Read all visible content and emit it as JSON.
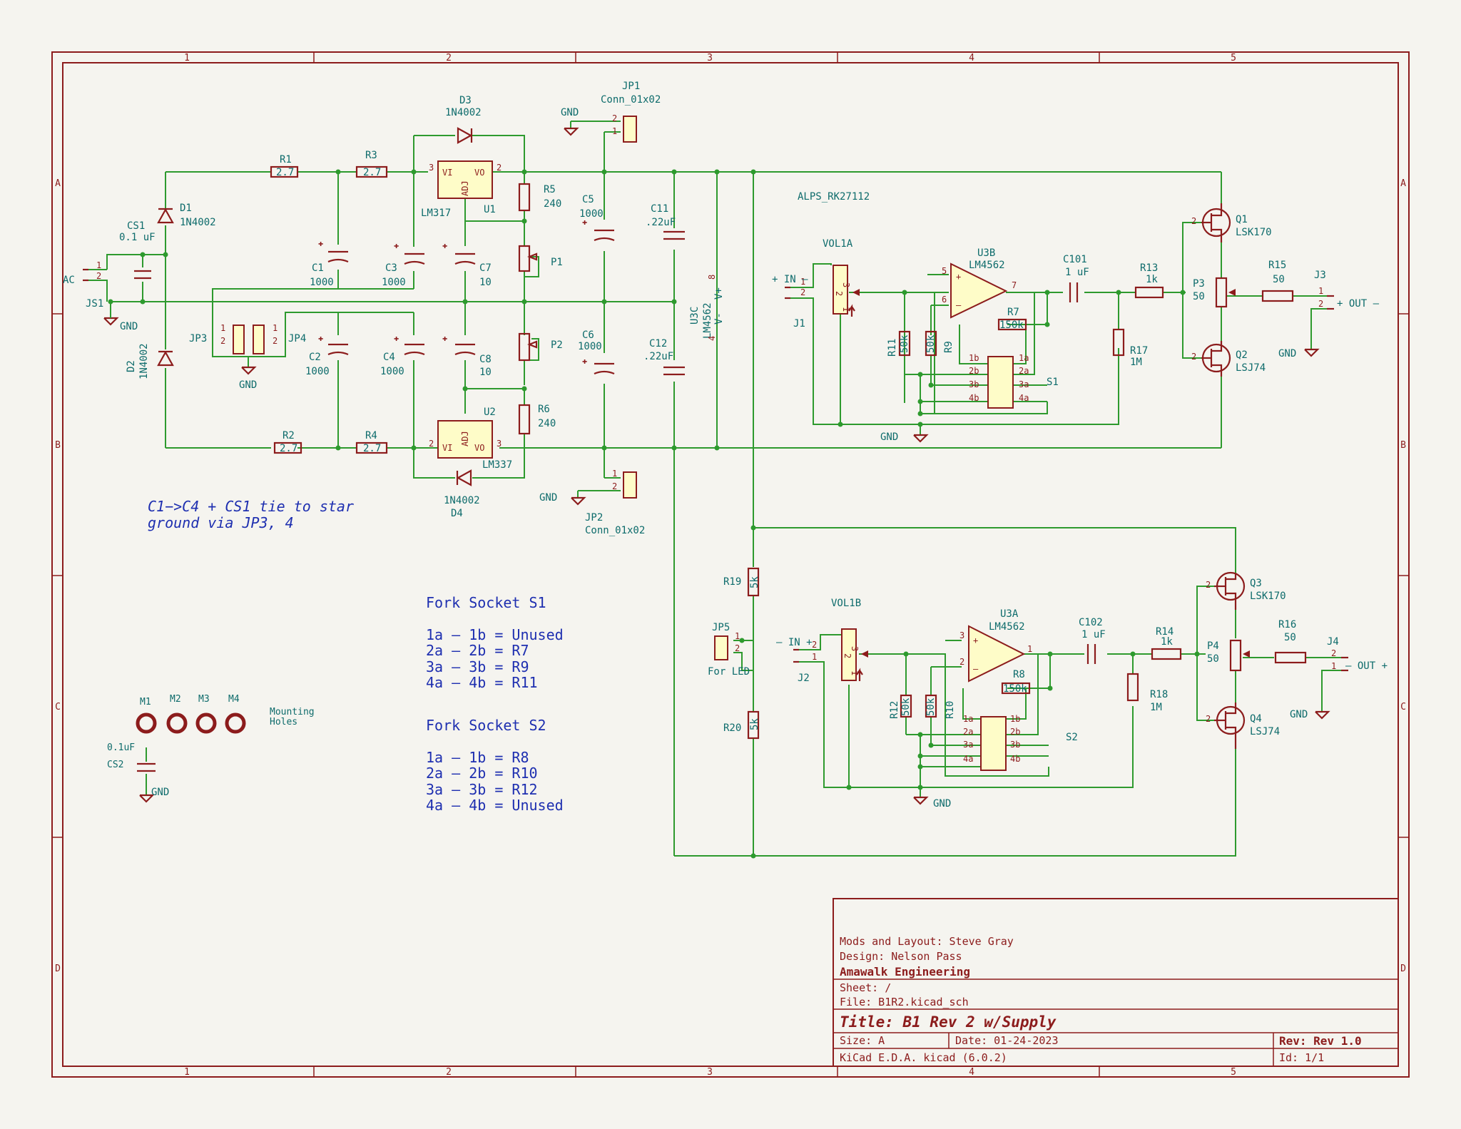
{
  "components": {
    "R1": {
      "ref": "R1",
      "value": "2.7"
    },
    "R2": {
      "ref": "R2",
      "value": "2.7"
    },
    "R3": {
      "ref": "R3",
      "value": "2.7"
    },
    "R4": {
      "ref": "R4",
      "value": "2.7"
    },
    "R5": {
      "ref": "R5",
      "value": "240"
    },
    "R6": {
      "ref": "R6",
      "value": "240"
    },
    "R7": {
      "ref": "R7",
      "value": "150k"
    },
    "R8": {
      "ref": "R8",
      "value": "150k"
    },
    "R9": {
      "ref": "R9",
      "value": "50k"
    },
    "R10": {
      "ref": "R10",
      "value": "50k"
    },
    "R11": {
      "ref": "R11",
      "value": "50k"
    },
    "R12": {
      "ref": "R12",
      "value": "50k"
    },
    "R13": {
      "ref": "R13",
      "value": "1k"
    },
    "R14": {
      "ref": "R14",
      "value": "1k"
    },
    "R15": {
      "ref": "R15",
      "value": "50"
    },
    "R16": {
      "ref": "R16",
      "value": "50"
    },
    "R17": {
      "ref": "R17",
      "value": "1M"
    },
    "R18": {
      "ref": "R18",
      "value": "1M"
    },
    "R19": {
      "ref": "R19",
      "value": "5k"
    },
    "R20": {
      "ref": "R20",
      "value": "5k"
    },
    "C1": {
      "ref": "C1",
      "value": "1000"
    },
    "C2": {
      "ref": "C2",
      "value": "1000"
    },
    "C3": {
      "ref": "C3",
      "value": "1000"
    },
    "C4": {
      "ref": "C4",
      "value": "1000"
    },
    "C5": {
      "ref": "C5",
      "value": "1000"
    },
    "C6": {
      "ref": "C6",
      "value": "1000"
    },
    "C7": {
      "ref": "C7",
      "value": "10"
    },
    "C8": {
      "ref": "C8",
      "value": "10"
    },
    "C11": {
      "ref": "C11",
      "value": ".22uF"
    },
    "C12": {
      "ref": "C12",
      "value": ".22uF"
    },
    "C101": {
      "ref": "C101",
      "value": "1 uF"
    },
    "C102": {
      "ref": "C102",
      "value": "1 uF"
    },
    "CS1": {
      "ref": "CS1",
      "value": "0.1 uF"
    },
    "CS2": {
      "ref": "CS2",
      "value": "0.1uF"
    },
    "D1": {
      "ref": "D1",
      "value": "1N4002"
    },
    "D2": {
      "ref": "D2",
      "value": "1N4002"
    },
    "D3": {
      "ref": "D3",
      "value": "1N4002"
    },
    "D4": {
      "ref": "D4",
      "value": "1N4002"
    },
    "U1": {
      "ref": "U1",
      "value": "LM317"
    },
    "U2": {
      "ref": "U2",
      "value": "LM337"
    },
    "U3A": {
      "ref": "U3A",
      "value": "LM4562"
    },
    "U3B": {
      "ref": "U3B",
      "value": "LM4562"
    },
    "U3C": {
      "ref": "U3C",
      "value": "LM4562"
    },
    "Q1": {
      "ref": "Q1",
      "value": "LSK170"
    },
    "Q2": {
      "ref": "Q2",
      "value": "LSJ74"
    },
    "Q3": {
      "ref": "Q3",
      "value": "LSK170"
    },
    "Q4": {
      "ref": "Q4",
      "value": "LSJ74"
    },
    "P1": {
      "ref": "P1"
    },
    "P2": {
      "ref": "P2"
    },
    "P3": {
      "ref": "P3",
      "value": "50"
    },
    "P4": {
      "ref": "P4",
      "value": "50"
    },
    "JP1": {
      "ref": "JP1",
      "value": "Conn_01x02"
    },
    "JP2": {
      "ref": "JP2",
      "value": "Conn_01x02"
    },
    "JP3": {
      "ref": "JP3"
    },
    "JP4": {
      "ref": "JP4"
    },
    "JP5": {
      "ref": "JP5",
      "value": "For LED"
    },
    "JS1": {
      "ref": "JS1",
      "value": "AC"
    },
    "J1": {
      "ref": "J1",
      "value": "+ IN –"
    },
    "J2": {
      "ref": "J2",
      "value": "– IN +"
    },
    "J3": {
      "ref": "J3",
      "value": "+ OUT –"
    },
    "J4": {
      "ref": "J4",
      "value": "– OUT +"
    },
    "VOL1A": {
      "ref": "VOL1A"
    },
    "VOL1B": {
      "ref": "VOL1B"
    },
    "S1": {
      "ref": "S1"
    },
    "S2": {
      "ref": "S2"
    },
    "M1": {
      "ref": "M1"
    },
    "M2": {
      "ref": "M2"
    },
    "M3": {
      "ref": "M3"
    },
    "M4": {
      "ref": "M4"
    }
  },
  "labels": {
    "gnd": "GND",
    "alps": "ALPS_RK27112",
    "mounting": [
      "Mounting",
      "Holes"
    ],
    "adj": "ADJ",
    "vi": "VI",
    "vo": "VO",
    "vminus": "V-",
    "vplus": "V+",
    "s1_pins_left": [
      "1b",
      "2b",
      "3b",
      "4b"
    ],
    "s1_pins_right": [
      "1a",
      "2a",
      "3a",
      "4a"
    ],
    "s2_pins_left": [
      "1a",
      "2a",
      "3a",
      "4a"
    ],
    "s2_pins_right": [
      "1b",
      "2b",
      "3b",
      "4b"
    ]
  },
  "notes": {
    "star_ground": [
      "C1−>C4 + CS1 tie to star",
      "ground via JP3, 4"
    ],
    "fork_s1_title": "Fork Socket S1",
    "fork_s1": [
      "1a – 1b = Unused",
      "2a – 2b = R7",
      "3a – 3b = R9",
      "4a – 4b = R11"
    ],
    "fork_s2_title": "Fork Socket S2",
    "fork_s2": [
      "1a – 1b = R8",
      "2a – 2b = R10",
      "3a – 3b = R12",
      "4a – 4b = Unused"
    ]
  },
  "title_block": {
    "mods": "Mods and Layout: Steve Gray",
    "design": "Design:  Nelson Pass",
    "company": "Amawalk Engineering",
    "sheet": "Sheet: /",
    "file": "File: B1R2.kicad_sch",
    "title": "Title: B1 Rev 2 w/Supply",
    "size": "Size: A",
    "date": "Date: 01-24-2023",
    "rev": "Rev: Rev 1.0",
    "tool": "KiCad E.D.A.  kicad (6.0.2)",
    "id": "Id: 1/1"
  },
  "border": {
    "columns": [
      "1",
      "2",
      "3",
      "4",
      "5"
    ],
    "rows": [
      "A",
      "B",
      "C",
      "D"
    ]
  },
  "colors": {
    "wire": "#2e9a2e",
    "symbol": "#8c1c1c",
    "symbol_fill": "#fefcc8",
    "text": "#0d6b6b",
    "note": "#1e2fb0",
    "background": "#f5f4ef"
  }
}
